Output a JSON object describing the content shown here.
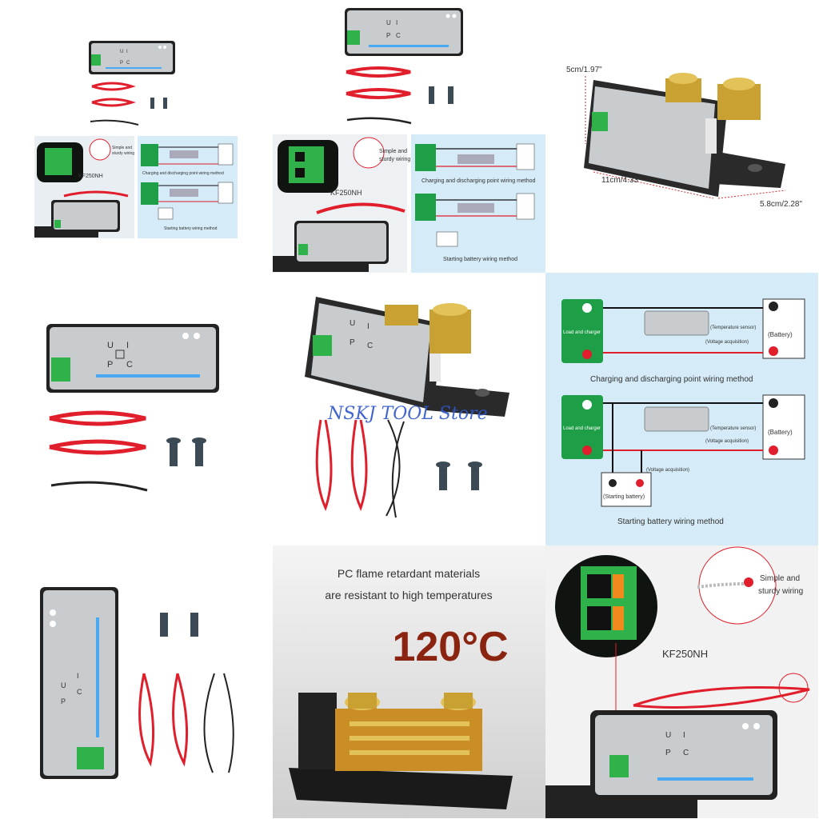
{
  "watermark": "NSKJ TOOL Store",
  "device_keys": {
    "u": "U",
    "i": "I",
    "p": "P",
    "c": "C"
  },
  "dimensions": {
    "height": "5cm/1.97\"",
    "length": "11cm/4.33\"",
    "width": "5.8cm/2.28\""
  },
  "callouts": {
    "terminal": "KF250NH",
    "wire_line1": "Simple and",
    "wire_line2": "sturdy wiring"
  },
  "diagram": {
    "load": "Load and charger",
    "temp": "(Temperature sensor)",
    "voltage": "(Voltage acquisition)",
    "battery": "(Battery)",
    "starting": "(Starting battery)",
    "method1": "Charging and discharging point wiring method",
    "method2": "Starting battery wiring method"
  },
  "promo": {
    "line1": "PC flame retardant materials",
    "line2": "are resistant to high temperatures",
    "temp": "120°C"
  }
}
